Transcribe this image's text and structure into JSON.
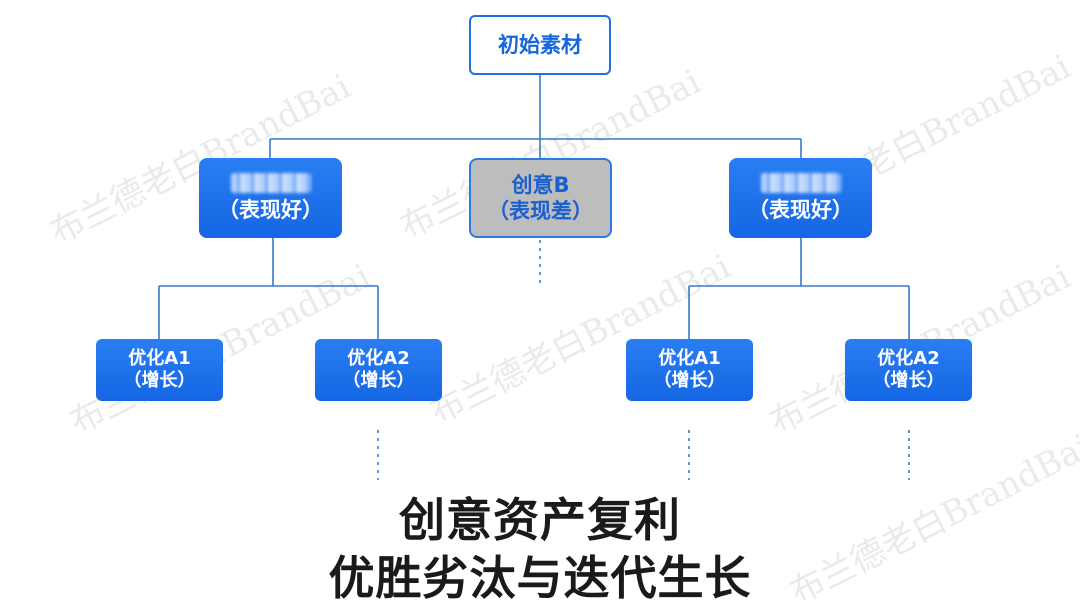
{
  "diagram": {
    "root": {
      "label": "初始素材"
    },
    "mid": [
      {
        "line1": "",
        "line2": "（表现好）",
        "status": "good"
      },
      {
        "line1": "创意B",
        "line2": "（表现差）",
        "status": "bad"
      },
      {
        "line1": "",
        "line2": "（表现好）",
        "status": "good"
      }
    ],
    "leaves": [
      {
        "line1": "优化A1",
        "line2": "（增长）"
      },
      {
        "line1": "优化A2",
        "line2": "（增长）"
      },
      {
        "line1": "优化A1",
        "line2": "（增长）"
      },
      {
        "line1": "优化A2",
        "line2": "（增长）"
      }
    ]
  },
  "caption": {
    "line1": "创意资产复利",
    "line2": "优胜劣汰与迭代生长"
  },
  "watermark": {
    "text": "布兰德老白BrandBai"
  },
  "colors": {
    "primary_blue": "#1e6fe0",
    "node_fill": "#1a6ee8",
    "bad_fill": "#bdbdbd",
    "connector": "#3a78c8",
    "caption": "#1a1a1a"
  }
}
